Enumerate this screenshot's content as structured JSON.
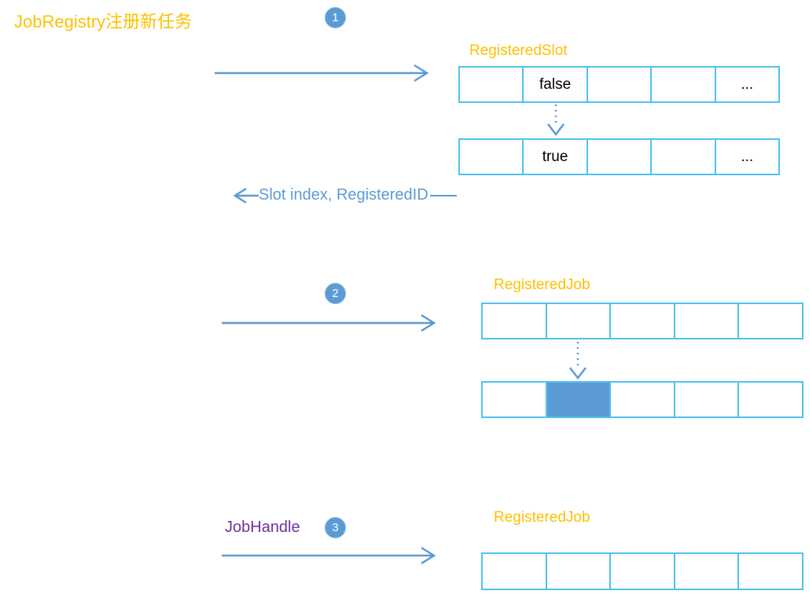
{
  "labels": {
    "title": "JobRegistry注册新任务",
    "return_arrow": "Slot index, RegisteredID",
    "job_handle": "JobHandle"
  },
  "steps": {
    "one": "1",
    "two": "2",
    "three": "3"
  },
  "slot_table": {
    "label": "RegisteredSlot",
    "row1": [
      "",
      "false",
      "",
      "",
      "..."
    ],
    "row2": [
      "",
      "true",
      "",
      "",
      "..."
    ]
  },
  "job_table_step2": {
    "label": "RegisteredJob",
    "row1": [
      "",
      "",
      "",
      "",
      ""
    ],
    "row2": [
      "",
      "",
      "",
      "",
      ""
    ]
  },
  "job_table_step3": {
    "label": "RegisteredJob",
    "row1": [
      "",
      "",
      "",
      "",
      ""
    ]
  },
  "colors": {
    "label_orange": "#FFC000",
    "arrow_blue": "#5B9BD5",
    "table_border_cyan": "#4EC3F1",
    "filled_cell_blue": "#5B9BD5",
    "job_handle_purple": "#7030A0",
    "cell_text_black": "#000000"
  }
}
